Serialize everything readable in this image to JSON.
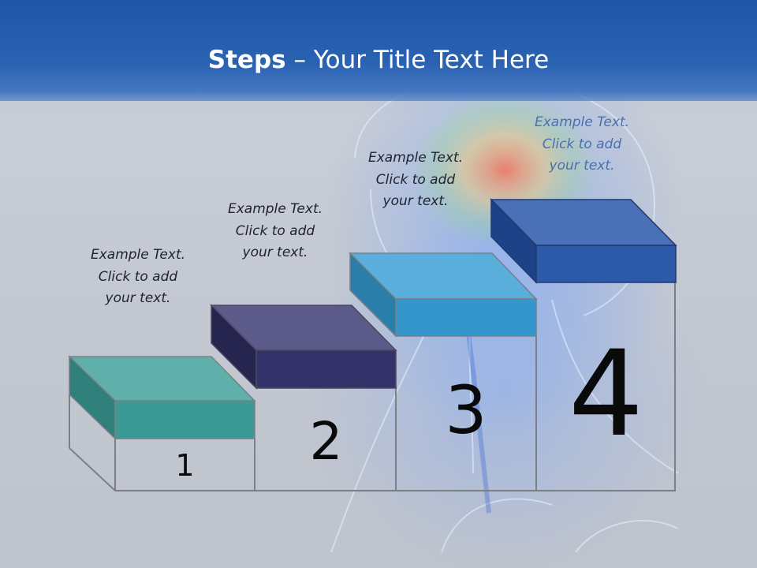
{
  "title": {
    "bold": "Steps",
    "rest": " – Your Title Text Here"
  },
  "steps": [
    {
      "number": "1",
      "caption": [
        "Example Text.",
        "Click  to add",
        "your text."
      ],
      "color": "#3a9a94"
    },
    {
      "number": "2",
      "caption": [
        "Example Text.",
        "Click  to add",
        "your text."
      ],
      "color": "#33336a"
    },
    {
      "number": "3",
      "caption": [
        "Example Text.",
        "Click  to add",
        "your text."
      ],
      "color": "#3596cc"
    },
    {
      "number": "4",
      "caption": [
        "Example Text.",
        "Click  to add",
        "your text."
      ],
      "color": "#2c5aa8"
    }
  ],
  "colors": {
    "header": "#2456a8",
    "title_text": "#ffffff"
  }
}
